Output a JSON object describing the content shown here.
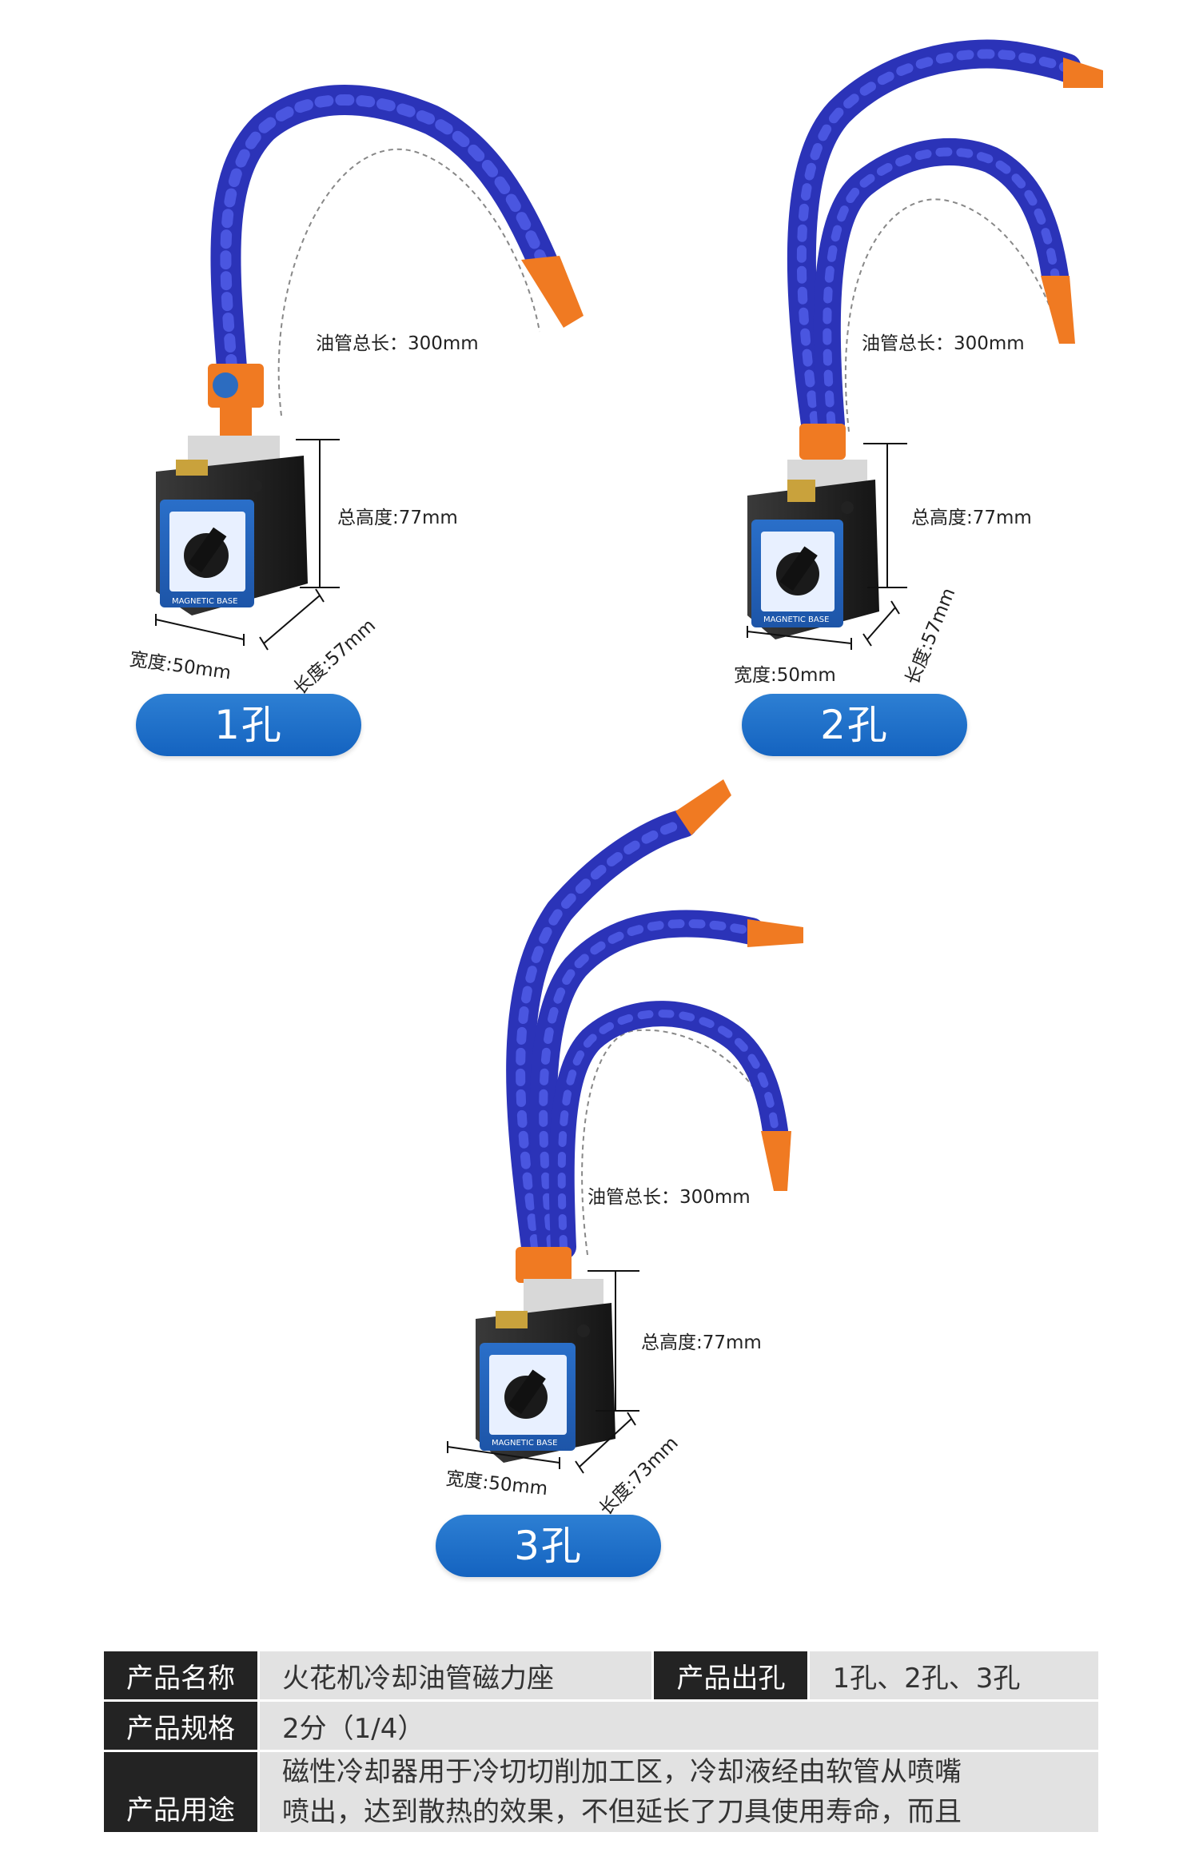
{
  "products": [
    {
      "tube_length_label": "油管总长：300mm",
      "height_label": "总高度:77mm",
      "width_label": "宽度:50mm",
      "length_label": "长度:57mm",
      "badge": "1孔",
      "base_text": "MAGNETIC BASE"
    },
    {
      "tube_length_label": "油管总长：300mm",
      "height_label": "总高度:77mm",
      "width_label": "宽度:50mm",
      "length_label": "长度:57mm",
      "badge": "2孔",
      "base_text": "MAGNETIC BASE"
    },
    {
      "tube_length_label": "油管总长：300mm",
      "height_label": "总高度:77mm",
      "width_label": "宽度:50mm",
      "length_label": "长度:73mm",
      "badge": "3孔",
      "base_text": "MAGNETIC BASE"
    }
  ],
  "colors": {
    "tube_blue": "#2b33b8",
    "nozzle_orange": "#f07a22",
    "pill_blue": "#1463c0",
    "table_key_bg": "#232323",
    "table_value_bg": "#e2e2e2"
  },
  "spec": {
    "name_key": "产品名称",
    "name_value": "火花机冷却油管磁力座",
    "holes_key": "产品出孔",
    "holes_value": "1孔、2孔、3孔",
    "size_key": "产品规格",
    "size_value": "2分（1/4）",
    "use_key": "产品用途",
    "use_line1": "磁性冷却器用于冷切切削加工区，冷却液经由软管从喷嘴",
    "use_line2": "喷出，达到散热的效果，不但延长了刀具使用寿命，而且"
  }
}
